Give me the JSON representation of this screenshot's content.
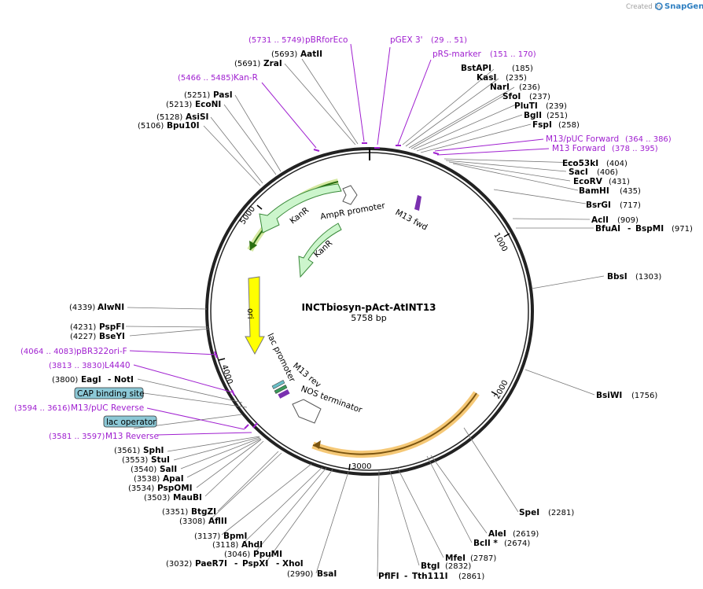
{
  "header": {
    "created_by": "Created by",
    "brand": "SnapGene"
  },
  "plasmid": {
    "name": "INCTbiosyn-pAct-AtINT13",
    "length": "5758 bp"
  },
  "ticks": [
    "1000",
    "2000",
    "3000",
    "4000",
    "5000"
  ],
  "features": {
    "ampr_promoter": "AmpR promoter",
    "kanr_outer": "KanR",
    "kanr_inner": "KanR",
    "m13fwd": "M13 fwd",
    "ori": "ori",
    "lac_promoter": "lac promoter",
    "m13rev": "M13 rev",
    "nos_terminator": "NOS terminator"
  },
  "sites": {
    "aatii": {
      "name": "AatII",
      "pos": "(5693)"
    },
    "zrai": {
      "name": "ZraI",
      "pos": "(5691)"
    },
    "pasi": {
      "name": "PasI",
      "pos": "(5251)"
    },
    "econi": {
      "name": "EcoNI",
      "pos": "(5213)"
    },
    "asisi": {
      "name": "AsiSI",
      "pos": "(5128)"
    },
    "bpu10i": {
      "name": "Bpu10I",
      "pos": "(5106)"
    },
    "bstapi": {
      "name": "BstAPI",
      "pos": "(185)"
    },
    "kasi": {
      "name": "KasI",
      "pos": "(235)"
    },
    "nari": {
      "name": "NarI",
      "pos": "(236)"
    },
    "sfoi": {
      "name": "SfoI",
      "pos": "(237)"
    },
    "pluti": {
      "name": "PluTI",
      "pos": "(239)"
    },
    "bgli": {
      "name": "BglI",
      "pos": "(251)"
    },
    "fspi": {
      "name": "FspI",
      "pos": "(258)"
    },
    "eco53ki": {
      "name": "Eco53kI",
      "pos": "(404)"
    },
    "saci": {
      "name": "SacI",
      "pos": "(406)"
    },
    "ecorv": {
      "name": "EcoRV",
      "pos": "(431)"
    },
    "bamhi": {
      "name": "BamHI",
      "pos": "(435)"
    },
    "bsrgi": {
      "name": "BsrGI",
      "pos": "(717)"
    },
    "acli": {
      "name": "AclI",
      "pos": "(909)"
    },
    "bfuai": {
      "name": "BfuAI",
      "sep": "-",
      "name2": "BspMI",
      "pos": "(971)"
    },
    "bbsi": {
      "name": "BbsI",
      "pos": "(1303)"
    },
    "bsiwi": {
      "name": "BsiWI",
      "pos": "(1756)"
    },
    "spei": {
      "name": "SpeI",
      "pos": "(2281)"
    },
    "alei": {
      "name": "AleI",
      "pos": "(2619)"
    },
    "bcli": {
      "name": "BclI *",
      "pos": "(2674)"
    },
    "mfei": {
      "name": "MfeI",
      "pos": "(2787)"
    },
    "bstgi": {
      "name": "BtgI",
      "pos": "(2832)"
    },
    "pflfi": {
      "name": "PflFI",
      "sep": "-",
      "name2": "Tth111I",
      "pos": "(2861)"
    },
    "bsai": {
      "name": "BsaI",
      "pos": "(2990)"
    },
    "paer7i": {
      "name": "PaeR7I",
      "sep": "-",
      "name2": "PspXI",
      "sep2": "-",
      "name3": "XhoI",
      "pos": "(3032)"
    },
    "ppumi": {
      "name": "PpuMI",
      "pos": "(3046)"
    },
    "ahdi": {
      "name": "AhdI",
      "pos": "(3118)"
    },
    "bpmi": {
      "name": "BpmI",
      "pos": "(3137)"
    },
    "aflii": {
      "name": "AflII",
      "pos": "(3308)"
    },
    "btgzi": {
      "name": "BtgZI",
      "pos": "(3351)"
    },
    "maubi": {
      "name": "MauBI",
      "pos": "(3503)"
    },
    "pspomi": {
      "name": "PspOMI",
      "pos": "(3534)"
    },
    "apai": {
      "name": "ApaI",
      "pos": "(3538)"
    },
    "sali": {
      "name": "SalI",
      "pos": "(3540)"
    },
    "stui": {
      "name": "StuI",
      "pos": "(3553)"
    },
    "sphi": {
      "name": "SphI",
      "pos": "(3561)"
    },
    "eagi": {
      "name": "EagI",
      "sep": "-",
      "name2": "NotI",
      "pos": "(3800)"
    },
    "bseyi": {
      "name": "BseYI",
      "pos": "(4227)"
    },
    "pspfi": {
      "name": "PspFI",
      "pos": "(4231)"
    },
    "alwni": {
      "name": "AlwNI",
      "pos": "(4339)"
    }
  },
  "primers": {
    "pbrforeco": {
      "name": "pBRforEco",
      "pos": "(5731 .. 5749)"
    },
    "pgex3": {
      "name": "pGEX 3'",
      "pos": "(29 .. 51)"
    },
    "prsmarker": {
      "name": "pRS-marker",
      "pos": "(151 .. 170)"
    },
    "kanr": {
      "name": "Kan-R",
      "pos": "(5466 .. 5485)"
    },
    "m13puc_fwd": {
      "name": "M13/pUC Forward",
      "pos": "(364 .. 386)"
    },
    "m13_fwd": {
      "name": "M13 Forward",
      "pos": "(378 .. 395)"
    },
    "pbr322ori": {
      "name": "pBR322ori-F",
      "pos": "(4064 .. 4083)"
    },
    "l4440": {
      "name": "L4440",
      "pos": "(3813 .. 3830)"
    },
    "m13puc_rev": {
      "name": "M13/pUC Reverse",
      "pos": "(3594 .. 3616)"
    },
    "m13_rev": {
      "name": "M13 Reverse",
      "pos": "(3581 .. 3597)"
    }
  },
  "boxes": {
    "cap": "CAP binding site",
    "lac_operator": "lac operator"
  },
  "colors": {
    "primer": "#a020d0",
    "kanr": "#ccf5cc",
    "ori": "#ffff00",
    "highlight": "#f5c876",
    "box": "#8cc8d6"
  }
}
